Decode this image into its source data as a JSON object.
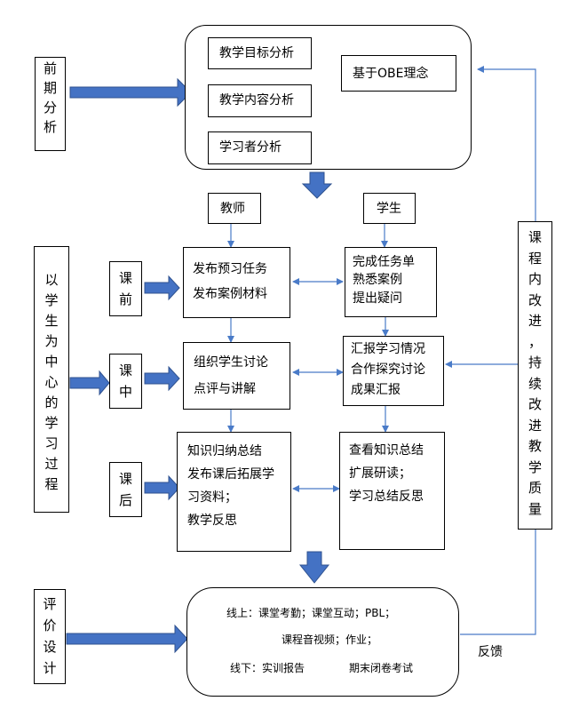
{
  "side_labels": {
    "qianqi": [
      "前",
      "期",
      "分",
      "析"
    ],
    "center": [
      "以",
      "学",
      "生",
      "为",
      "中",
      "心",
      "的",
      "学",
      "习",
      "过",
      "程"
    ],
    "pingjia": [
      "评",
      "价",
      "设",
      "计"
    ],
    "kenei": [
      "课",
      "程",
      "内",
      "改",
      "进",
      "，",
      "持",
      "续",
      "改",
      "进",
      "教",
      "学",
      "质",
      "量"
    ]
  },
  "analysis": {
    "goal": "教学目标分析",
    "content": "教学内容分析",
    "learner": "学习者分析",
    "obe": "基于OBE理念"
  },
  "roles": {
    "teacher": "教师",
    "student": "学生"
  },
  "stages": {
    "before": [
      "课",
      "前"
    ],
    "during": [
      "课",
      "中"
    ],
    "after": [
      "课",
      "后"
    ]
  },
  "teacher_boxes": {
    "before": [
      "发布预习任务",
      "发布案例材料"
    ],
    "during": [
      "组织学生讨论",
      "点评与讲解"
    ],
    "after": [
      "知识归纳总结",
      "发布课后拓展学",
      "习资料；",
      "教学反思"
    ]
  },
  "student_boxes": {
    "before": [
      "完成任务单",
      "熟悉案例",
      "提出疑问"
    ],
    "during": [
      "汇报学习情况",
      "合作探究讨论",
      "成果汇报"
    ],
    "after": [
      "查看知识总结",
      "扩展研读；",
      "学习总结反思"
    ]
  },
  "evaluation": {
    "line1": "线上：课堂考勤；课堂互动；PBL；",
    "line2": "课程音视频；作业；",
    "line3a": "线下：实训报告",
    "line3b": "期末闭卷考试"
  },
  "feedback": "反馈",
  "colors": {
    "line": "#4a7bc8",
    "arrow_fill": "#4472c4",
    "arrow_stroke": "#2f528f"
  }
}
